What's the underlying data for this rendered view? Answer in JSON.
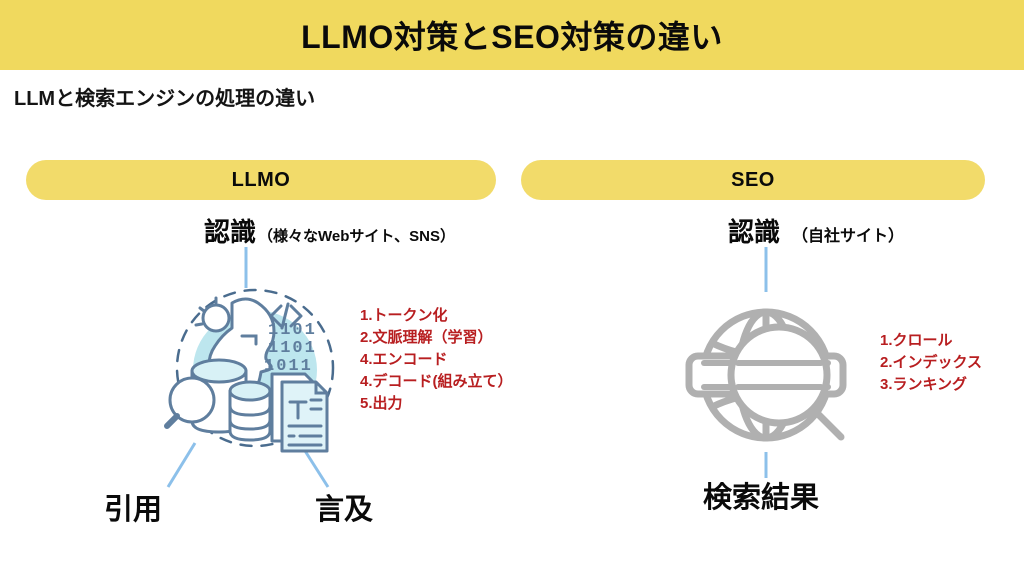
{
  "header": {
    "title": "LLMO対策とSEO対策の違い",
    "band_color": "#f0d95e"
  },
  "subtitle": "LLMと検索エンジンの処理の違い",
  "columns": {
    "llmo": {
      "pill_label": "LLMO",
      "pill_color": "#f2db6a",
      "recognition_main": "認識",
      "recognition_sub": "（様々なWebサイト、SNS）",
      "steps": [
        "1.トークン化",
        "2.文脈理解（学習）",
        "4.エンコード",
        "4.デコード(組み立て）",
        "5.出力"
      ],
      "steps_color": "#b81e20",
      "outcomes": [
        "引用",
        "言及"
      ],
      "illustration": "llm-brain-data-icon"
    },
    "seo": {
      "pill_label": "SEO",
      "pill_color": "#f2db6a",
      "recognition_main": "認識",
      "recognition_sub": "（自社サイト）",
      "steps": [
        "1.クロール",
        "2.インデックス",
        "3.ランキング"
      ],
      "steps_color": "#b81e20",
      "outcomes": [
        "検索結果"
      ],
      "illustration": "globe-search-icon"
    }
  },
  "palette": {
    "connector_blue": "#8cc0ea",
    "illustration_outline": "#5f7e9e",
    "illustration_fill": "#bde6ee",
    "globe_gray": "#b0b0b0"
  }
}
